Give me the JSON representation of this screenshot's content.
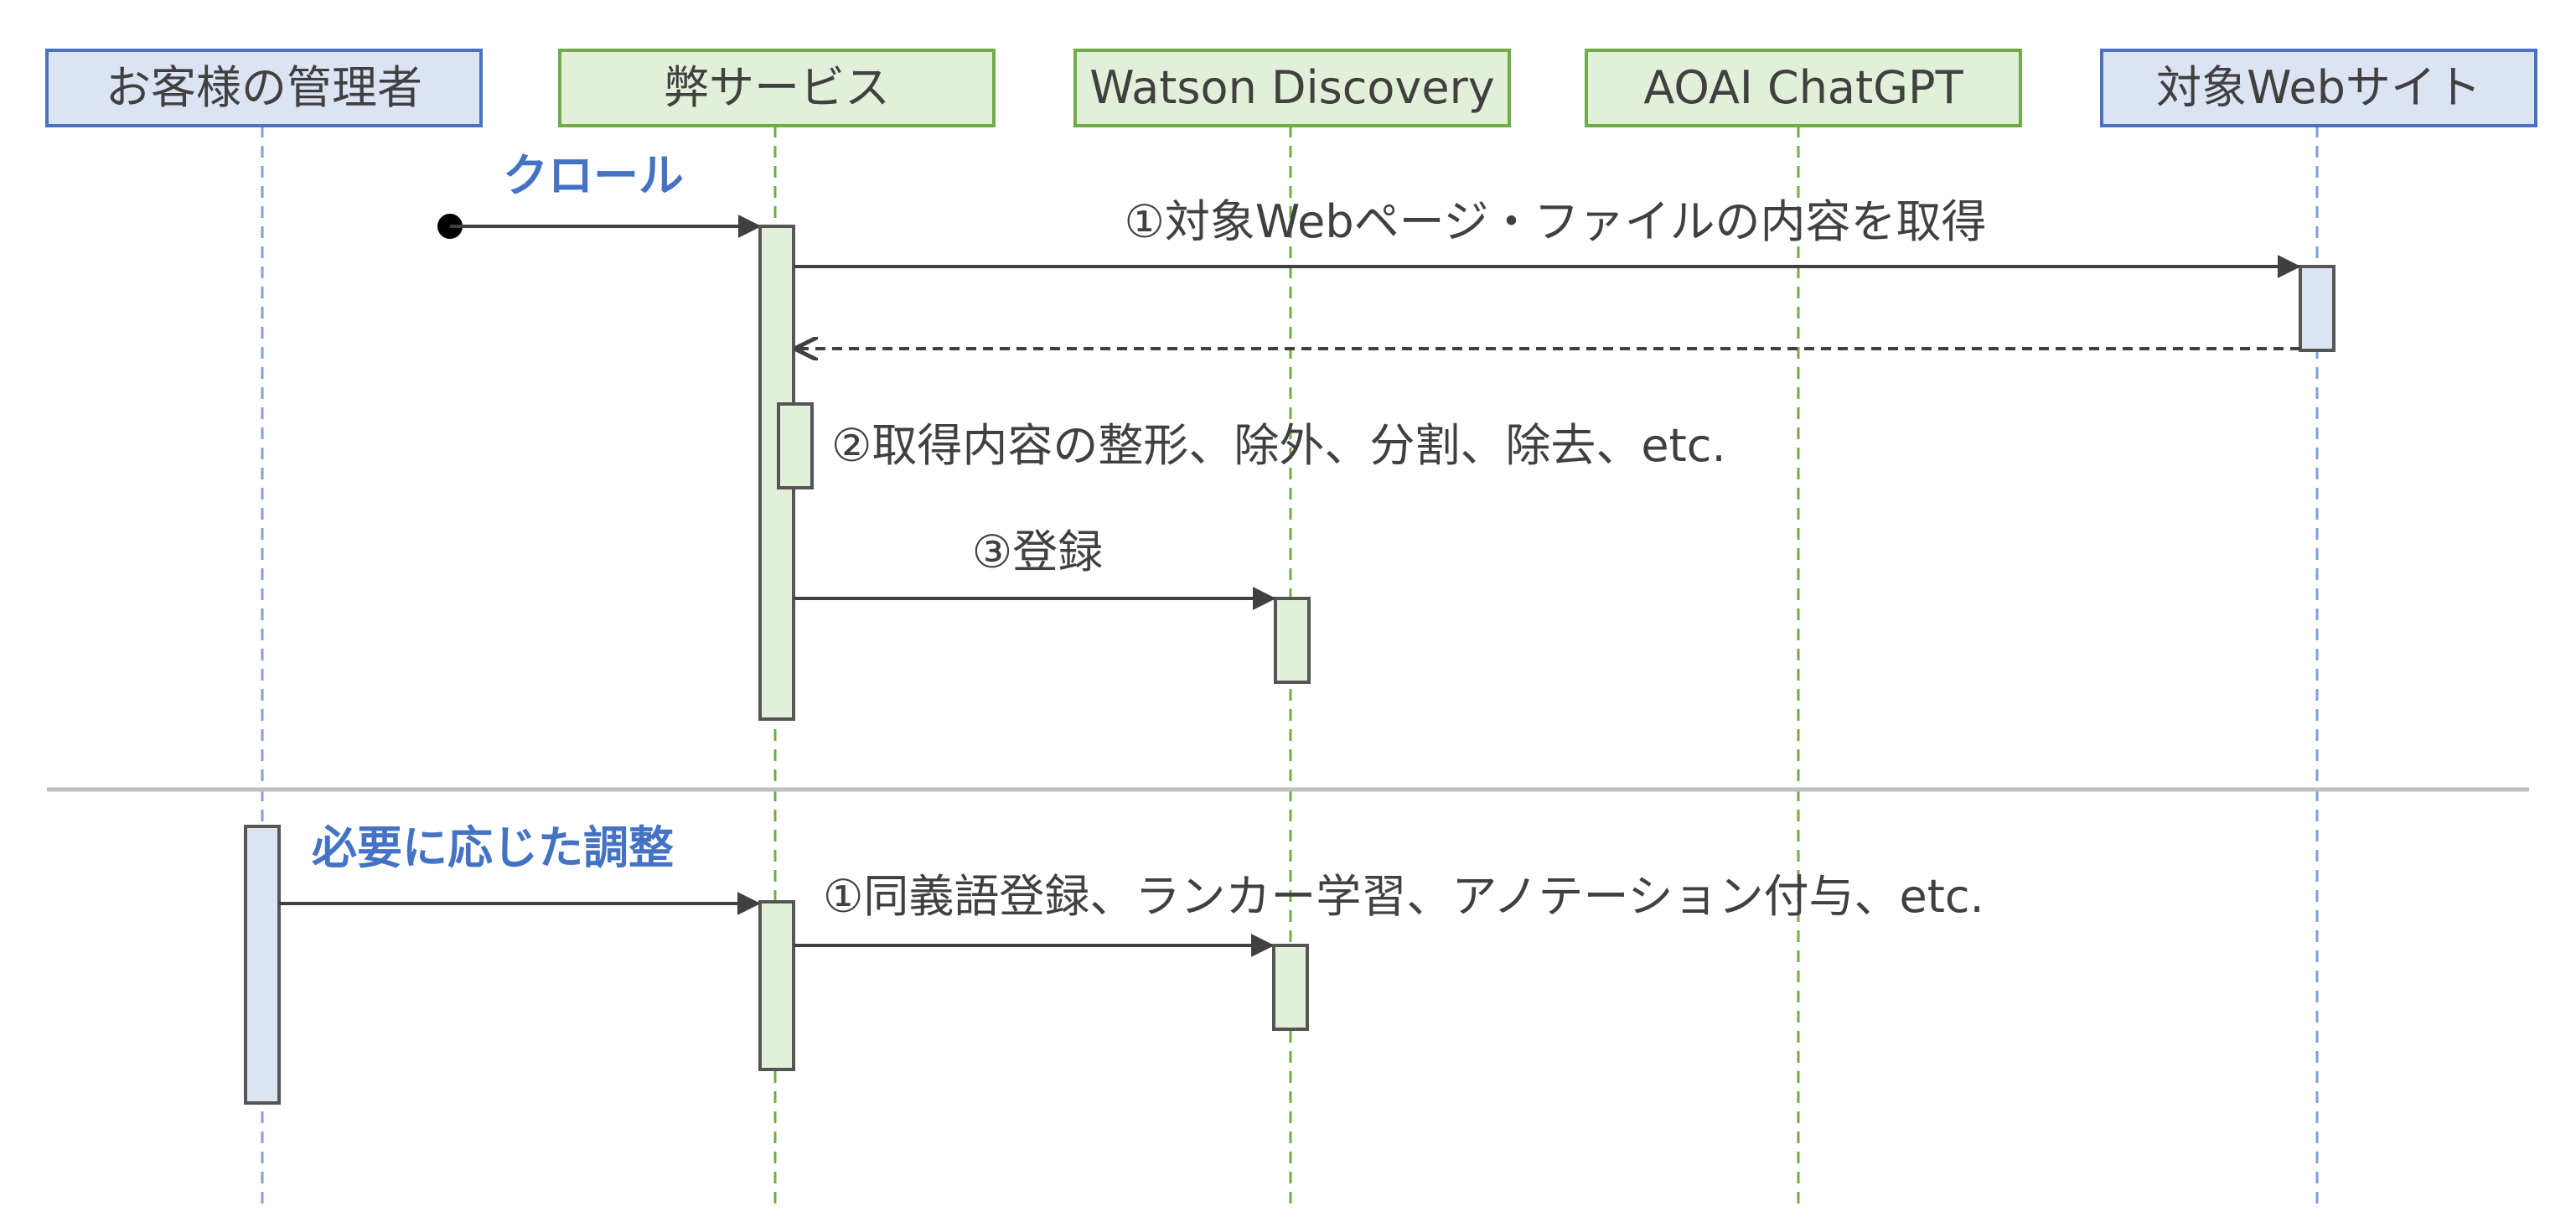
{
  "participants": {
    "customer_admin": "お客様の管理者",
    "our_service": "弊サービス",
    "watson_discovery": "Watson Discovery",
    "aoai_chatgpt": "AOAI ChatGPT",
    "target_website": "対象Webサイト"
  },
  "section_crawl": {
    "label": "クロール",
    "step1": "①対象Webページ・ファイルの内容を取得",
    "step2": "②取得内容の整形、除外、分割、除去、etc.",
    "step3": "③登録"
  },
  "section_tuning": {
    "label": "必要に応じた調整",
    "step1": "①同義語登録、ランカー学習、アノテーション付与、etc."
  },
  "colors": {
    "blue_fill": "#dce4f4",
    "blue_border": "#4a72c4",
    "green_fill": "#e2f0d9",
    "green_border": "#70ad47",
    "label_blue": "#4472c4",
    "text_gray": "#404040"
  }
}
